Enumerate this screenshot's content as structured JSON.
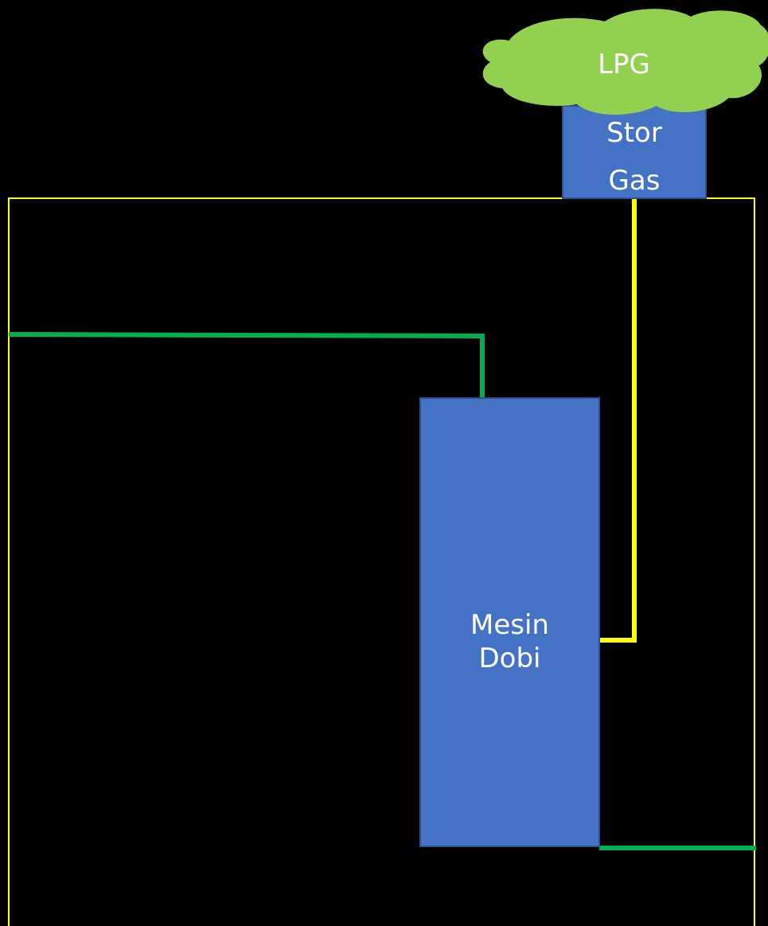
{
  "diagram": {
    "cloud": {
      "label": "LPG",
      "color": "#92D050"
    },
    "gas_store": {
      "line1": "Stor",
      "line2": "Gas",
      "color": "#4472C4"
    },
    "machine": {
      "line1": "Mesin",
      "line2": "Dobi",
      "color": "#4472C4"
    },
    "colors": {
      "background": "#000000",
      "room_border": "#FFFF00",
      "gas_pipe": "#FFFF00",
      "water_pipe": "#00B050"
    }
  }
}
